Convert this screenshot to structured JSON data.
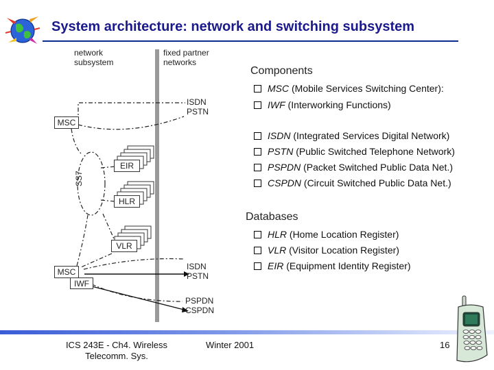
{
  "slide": {
    "title": "System architecture: network and switching subsystem",
    "colors": {
      "title": "#1a1a8c",
      "rule": "#0a2c8c"
    }
  },
  "diagram": {
    "network_subsystem": [
      "network",
      "subsystem"
    ],
    "fixed_partner_networks": [
      "fixed partner",
      "networks"
    ],
    "isdn_pstn_top": [
      "ISDN",
      "PSTN"
    ],
    "msc_top": "MSC",
    "ss7": "SS7",
    "eir": "EIR",
    "hlr": "HLR",
    "vlr": "VLR",
    "msc_bottom": "MSC",
    "iwf": "IWF",
    "isdn_pstn_bottom": [
      "ISDN",
      "PSTN"
    ],
    "pspdn_cspdn": [
      "PSPDN",
      "CSPDN"
    ]
  },
  "components": {
    "heading": "Components",
    "items": [
      {
        "term": "MSC",
        "desc": " (Mobile Services Switching Center):"
      },
      {
        "term": "IWF",
        "desc": " (Interworking Functions)"
      },
      {
        "term": "ISDN",
        "desc": " (Integrated Services Digital Network)"
      },
      {
        "term": "PSTN",
        "desc": " (Public Switched Telephone Network)"
      },
      {
        "term": "PSPDN",
        "desc": " (Packet Switched Public Data Net.)"
      },
      {
        "term": "CSPDN",
        "desc": " (Circuit Switched Public Data Net.)"
      }
    ]
  },
  "databases": {
    "heading": "Databases",
    "items": [
      {
        "term": "HLR",
        "desc": " (Home Location Register)"
      },
      {
        "term": "VLR",
        "desc": " (Visitor Location Register)"
      },
      {
        "term": "EIR",
        "desc": " (Equipment Identity Register)"
      }
    ]
  },
  "footer": {
    "course": [
      "ICS 243E - Ch4. Wireless",
      "Telecomm. Sys."
    ],
    "date": "Winter 2001",
    "page": "16"
  }
}
